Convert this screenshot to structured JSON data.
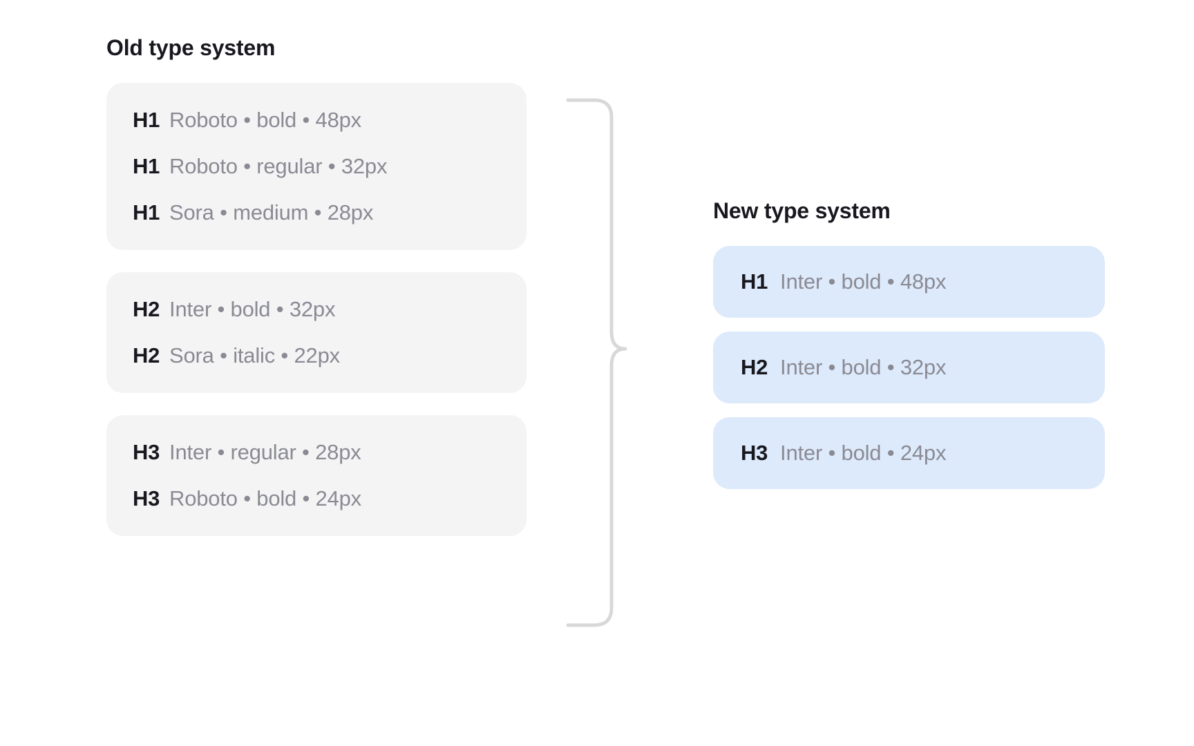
{
  "old_system": {
    "title": "Old type system",
    "cards": [
      {
        "group": "H1",
        "rows": [
          {
            "tag": "H1",
            "spec": "Roboto • bold • 48px",
            "font": "Roboto",
            "weight": "bold",
            "size": "48px"
          },
          {
            "tag": "H1",
            "spec": "Roboto • regular • 32px",
            "font": "Roboto",
            "weight": "regular",
            "size": "32px"
          },
          {
            "tag": "H1",
            "spec": "Sora • medium • 28px",
            "font": "Sora",
            "weight": "medium",
            "size": "28px"
          }
        ]
      },
      {
        "group": "H2",
        "rows": [
          {
            "tag": "H2",
            "spec": "Inter • bold • 32px",
            "font": "Inter",
            "weight": "bold",
            "size": "32px"
          },
          {
            "tag": "H2",
            "spec": "Sora • italic • 22px",
            "font": "Sora",
            "weight": "italic",
            "size": "22px"
          }
        ]
      },
      {
        "group": "H3",
        "rows": [
          {
            "tag": "H3",
            "spec": "Inter • regular • 28px",
            "font": "Inter",
            "weight": "regular",
            "size": "28px"
          },
          {
            "tag": "H3",
            "spec": "Roboto • bold • 24px",
            "font": "Roboto",
            "weight": "bold",
            "size": "24px"
          }
        ]
      }
    ]
  },
  "new_system": {
    "title": "New type system",
    "cards": [
      {
        "group": "H1",
        "rows": [
          {
            "tag": "H1",
            "spec": "Inter • bold • 48px",
            "font": "Inter",
            "weight": "bold",
            "size": "48px"
          }
        ]
      },
      {
        "group": "H2",
        "rows": [
          {
            "tag": "H2",
            "spec": "Inter • bold • 32px",
            "font": "Inter",
            "weight": "bold",
            "size": "32px"
          }
        ]
      },
      {
        "group": "H3",
        "rows": [
          {
            "tag": "H3",
            "spec": "Inter • bold • 24px",
            "font": "Inter",
            "weight": "bold",
            "size": "24px"
          }
        ]
      }
    ]
  },
  "connector": {
    "shape": "curly-brace",
    "direction": "left-to-right",
    "color": "#d8d8da"
  },
  "colors": {
    "background": "#ffffff",
    "old_card_background": "#f4f4f5",
    "new_card_background": "#ddeafb",
    "tag_text": "#18181f",
    "spec_text": "#8a8a93",
    "title_text": "#18181f",
    "connector_stroke": "#d8d8da"
  }
}
